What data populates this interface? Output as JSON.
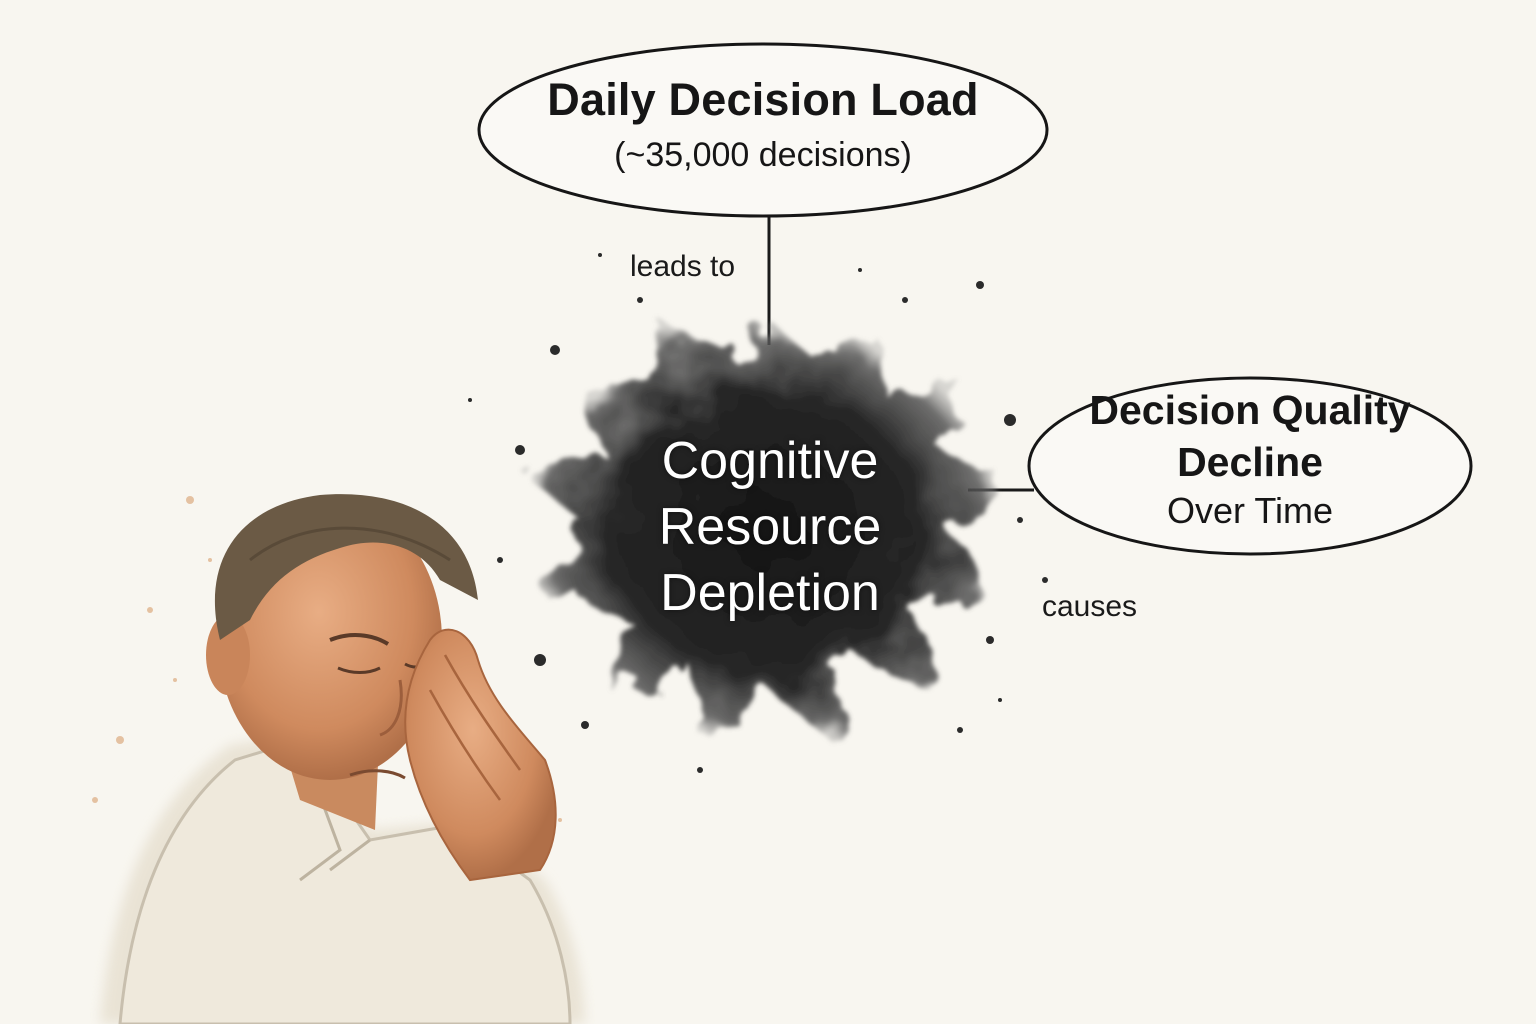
{
  "diagram": {
    "top_node": {
      "title": "Daily Decision Load",
      "subtitle": "(~35,000 decisions)"
    },
    "center_node": {
      "lines": [
        "Cognitive",
        "Resource",
        "Depletion"
      ]
    },
    "right_node": {
      "title_lines": [
        "Decision Quality",
        "Decline"
      ],
      "subtitle": "Over Time"
    },
    "edges": {
      "top_to_center": "leads to",
      "center_to_right": "causes"
    }
  },
  "colors": {
    "background": "#f8f6f0",
    "ink": "#161616",
    "splash": "#2a2a2a",
    "skin": "#d9956a",
    "hair": "#6b5a45",
    "shirt": "#e9e3d5"
  },
  "illustration": {
    "subject": "stressed-man-holding-temple"
  }
}
